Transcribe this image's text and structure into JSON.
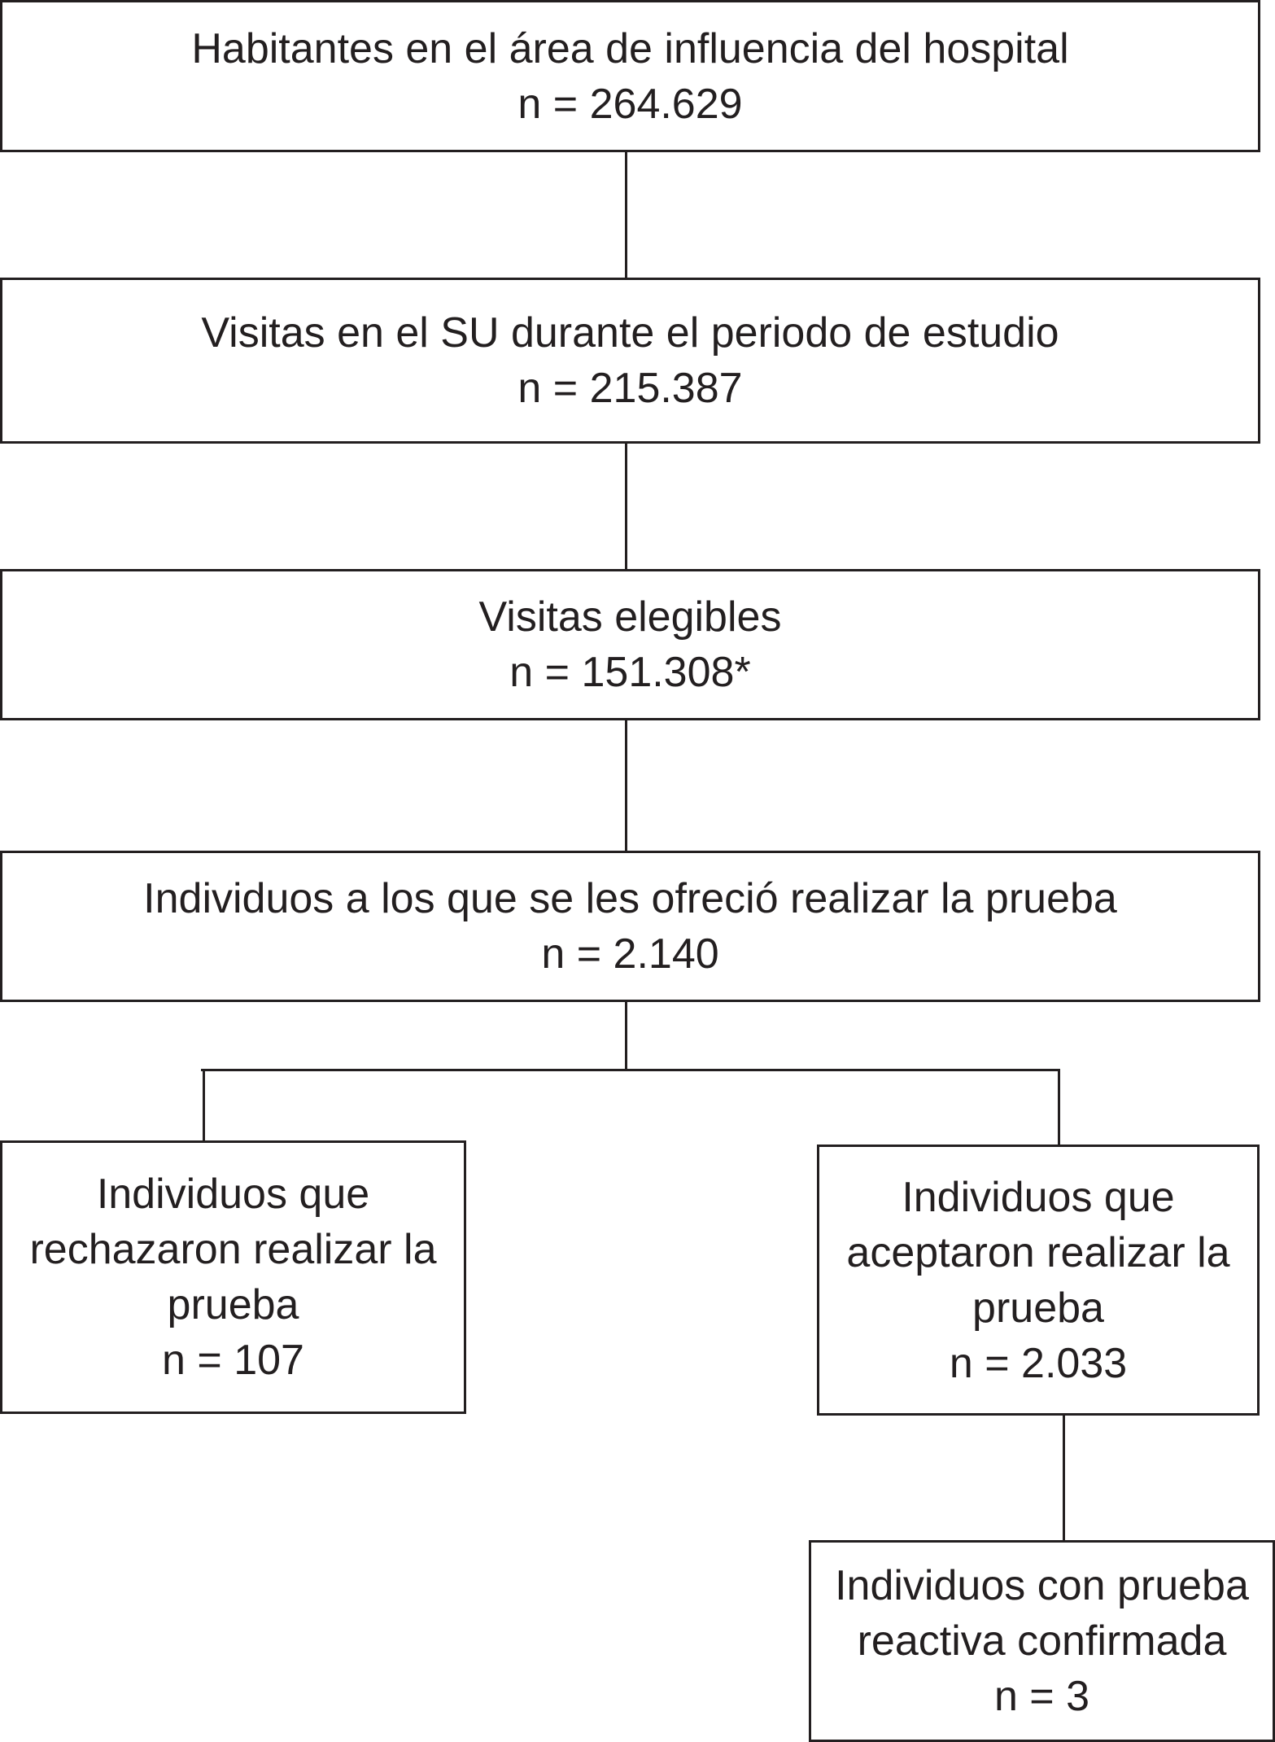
{
  "nodes": {
    "inhabitants": {
      "text": "Habitantes en el área de influencia del hospital",
      "count": "n = 264.629"
    },
    "er_visits": {
      "text": "Visitas en el SU durante el periodo de estudio",
      "count": "n = 215.387"
    },
    "eligible_visits": {
      "text": "Visitas elegibles",
      "count": "n = 151.308*"
    },
    "offered_test": {
      "text": "Individuos a los que se les ofreció realizar la prueba",
      "count": "n = 2.140"
    },
    "declined_test": {
      "lines": [
        "Individuos que",
        "rechazaron realizar la",
        "prueba"
      ],
      "count": "n = 107"
    },
    "accepted_test": {
      "lines": [
        "Individuos que",
        "aceptaron realizar la",
        "prueba"
      ],
      "count": "n = 2.033"
    },
    "confirmed_reactive": {
      "lines": [
        "Individuos con prueba",
        "reactiva confirmada"
      ],
      "count": "n = 3"
    }
  }
}
